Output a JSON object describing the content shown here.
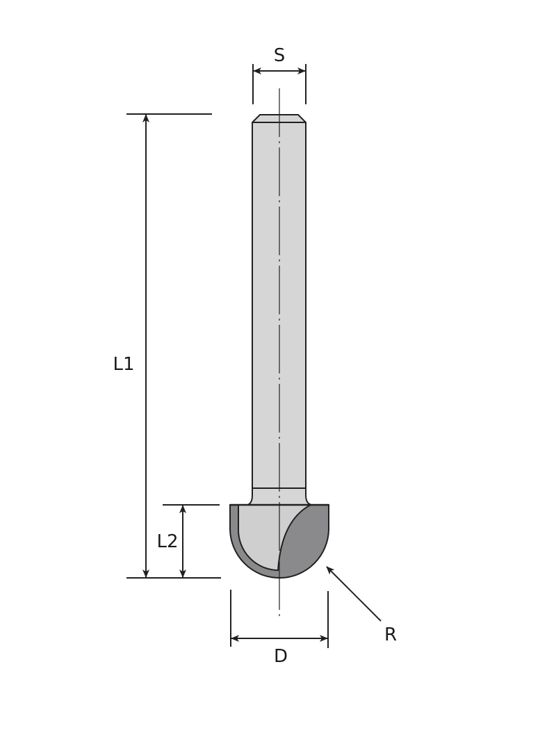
{
  "diagram": {
    "subject": "round-nose router bit technical drawing",
    "colors": {
      "background": "#ffffff",
      "line": "#231f20",
      "shank_fill": "#d6d6d6",
      "head_light_fill": "#cfcfcf",
      "head_dark_fill": "#8a8a8c"
    },
    "dimensions": {
      "shank_diameter": {
        "label": "S"
      },
      "overall_length": {
        "label": "L1"
      },
      "cutting_length": {
        "label": "L2"
      },
      "cutting_diameter": {
        "label": "D"
      },
      "radius": {
        "label": "R"
      }
    }
  }
}
